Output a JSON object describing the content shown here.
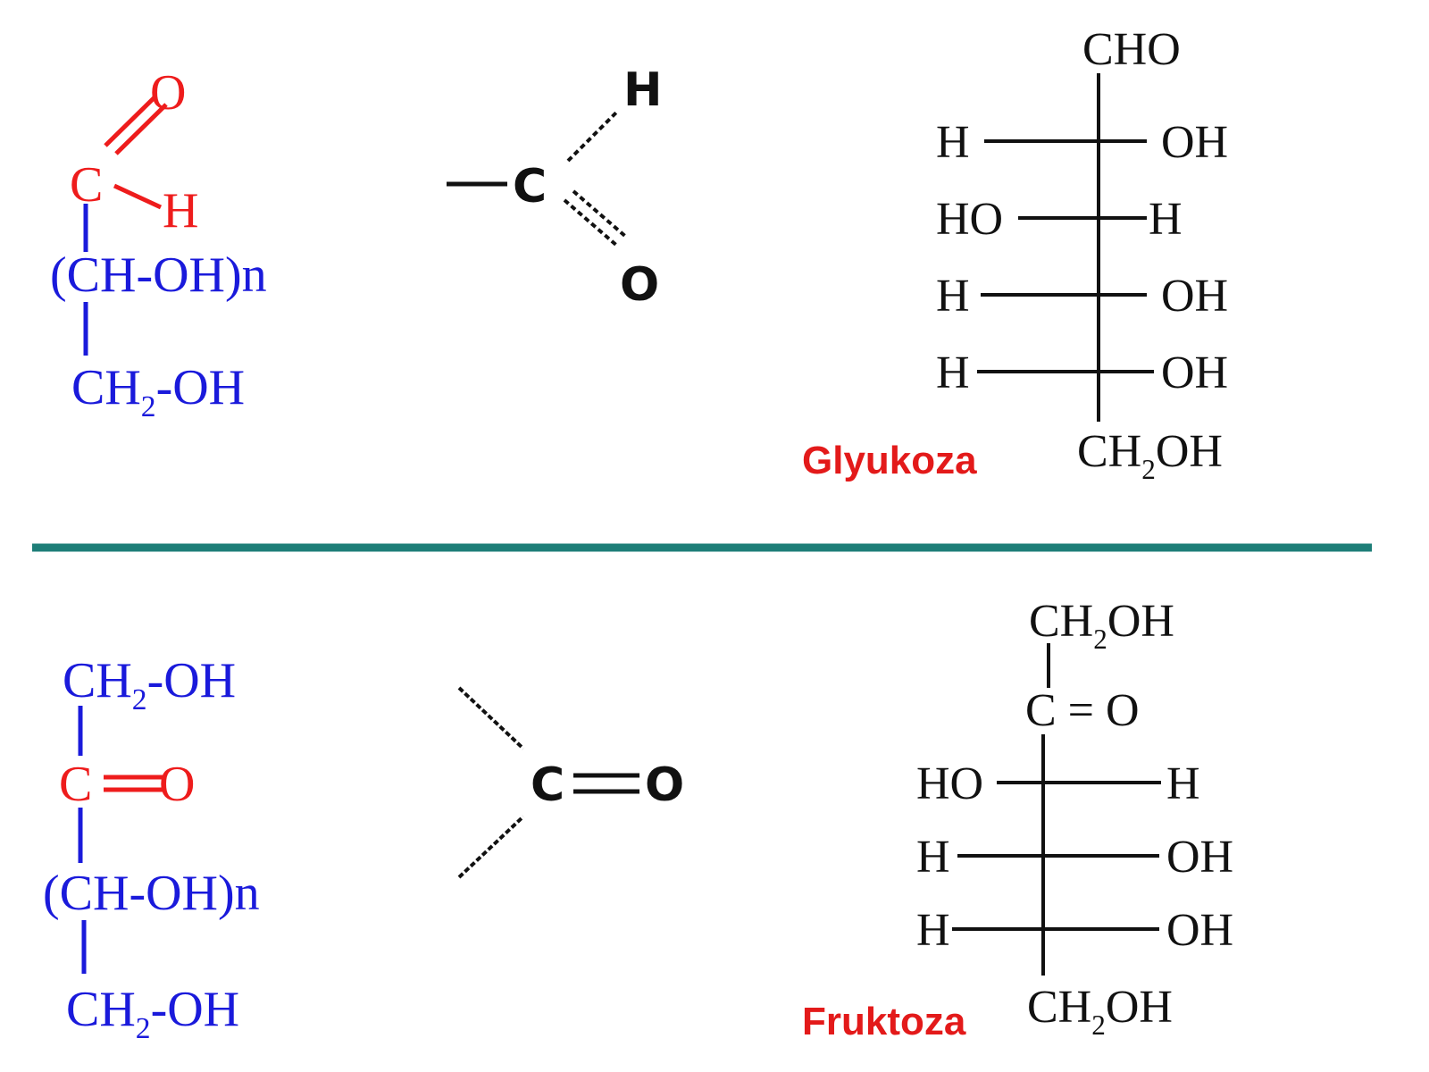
{
  "colors": {
    "aldehyde_red": "#ee1c1c",
    "chain_blue": "#1a1adb",
    "black": "#111111",
    "divider_teal": "#1e7e78",
    "label_red": "#e31a1a"
  },
  "aldose_general": {
    "O": "O",
    "C": "C",
    "H": "H",
    "chain": "(CH-OH)n",
    "end": "CH",
    "end_sub": "2",
    "end_tail": "-OH"
  },
  "aldehyde_group": {
    "C": "C",
    "H": "H",
    "O": "O"
  },
  "glucose": {
    "label": "Glyukoza",
    "top": "CHO",
    "rows": [
      {
        "left": "H",
        "right": "OH"
      },
      {
        "left": "HO",
        "right": "H"
      },
      {
        "left": "H",
        "right": "OH"
      },
      {
        "left": "H",
        "right": "OH"
      }
    ],
    "bottom": "CH",
    "bottom_sub": "2",
    "bottom_tail": "OH"
  },
  "ketose_general": {
    "top": "CH",
    "top_sub": "2",
    "top_tail": "-OH",
    "C": "C",
    "O": "O",
    "chain": "(CH-OH)n",
    "end": "CH",
    "end_sub": "2",
    "end_tail": "-OH"
  },
  "keto_group": {
    "C": "C",
    "O": "O"
  },
  "fructose": {
    "label": "Fruktoza",
    "top": "CH",
    "top_sub": "2",
    "top_tail": "OH",
    "keto": "C = O",
    "rows": [
      {
        "left": "HO",
        "right": "H"
      },
      {
        "left": "H",
        "right": "OH"
      },
      {
        "left": "H",
        "right": "OH"
      }
    ],
    "bottom": "CH",
    "bottom_sub": "2",
    "bottom_tail": "OH"
  }
}
